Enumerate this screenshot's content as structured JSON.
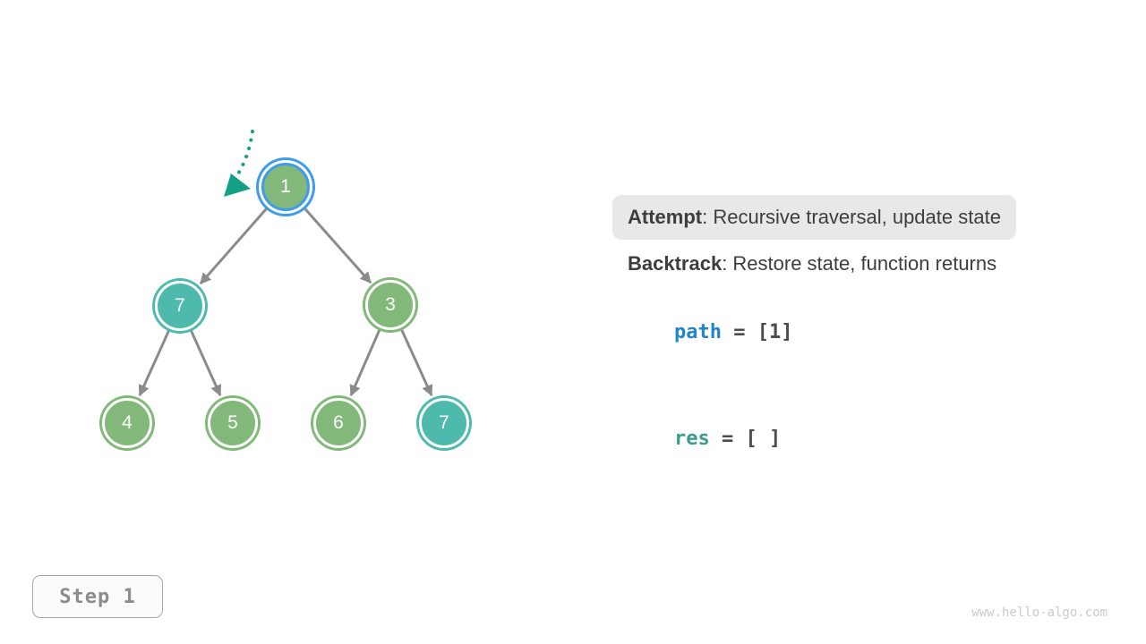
{
  "tree": {
    "nodes": [
      {
        "label": "1",
        "color": "green",
        "current": true
      },
      {
        "label": "7",
        "color": "teal",
        "current": false
      },
      {
        "label": "3",
        "color": "green",
        "current": false
      },
      {
        "label": "4",
        "color": "green",
        "current": false
      },
      {
        "label": "5",
        "color": "green",
        "current": false
      },
      {
        "label": "6",
        "color": "green",
        "current": false
      },
      {
        "label": "7",
        "color": "teal",
        "current": false
      }
    ],
    "edges": [
      [
        0,
        1
      ],
      [
        0,
        2
      ],
      [
        1,
        3
      ],
      [
        1,
        4
      ],
      [
        2,
        5
      ],
      [
        2,
        6
      ]
    ]
  },
  "legend": {
    "attempt_label": "Attempt",
    "attempt_text": ": Recursive traversal, update state",
    "backtrack_label": "Backtrack",
    "backtrack_text": ": Restore state, function returns"
  },
  "state": {
    "path_name": "path",
    "path_value": " = [1]",
    "res_name": "res",
    "res_value": " = [ ]"
  },
  "step_badge": "Step 1",
  "watermark": "www.hello-algo.com",
  "colors": {
    "node_green": "#82b87a",
    "node_teal": "#4dbaad",
    "current_ring_blue": "#3e9ce9",
    "edge_gray": "#8b8b8b",
    "pointer_arrow_teal": "#13a185",
    "attempt_box_bg": "#e8e8e8",
    "text_dark": "#3d3d3d",
    "path_blue": "#2186c8",
    "res_teal": "#3a9d8d"
  }
}
